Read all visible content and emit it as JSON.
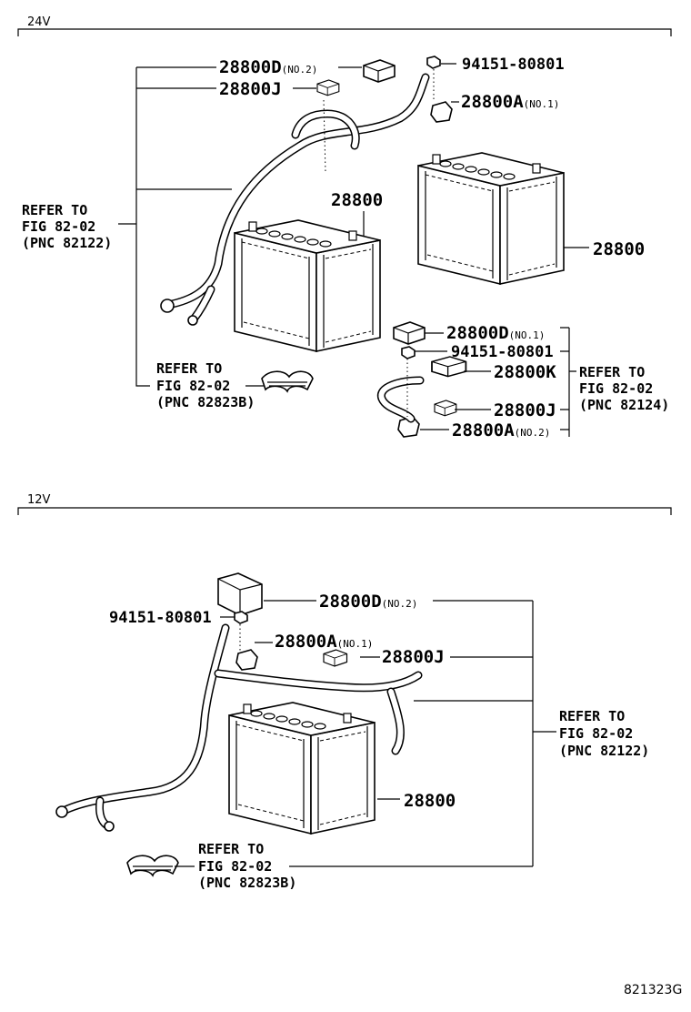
{
  "sections": {
    "top": "24V",
    "bottom": "12V"
  },
  "labels_24v": {
    "d_no2": "28800D",
    "d_no2_sub": "(NO.2)",
    "j_top": "28800J",
    "nut_top": "94151-80801",
    "a_no1": "28800A",
    "a_no1_sub": "(NO.1)",
    "battery_left": "28800",
    "battery_right": "28800",
    "d_no1": "28800D",
    "d_no1_sub": "(NO.1)",
    "nut_right": "94151-80801",
    "k": "28800K",
    "j_right": "28800J",
    "a_no2": "28800A",
    "a_no2_sub": "(NO.2)"
  },
  "refs_24v": {
    "left": {
      "l1": "REFER TO",
      "l2": "FIG 82-02",
      "l3": "(PNC 82122)"
    },
    "clip": {
      "l1": "REFER TO",
      "l2": "FIG 82-02",
      "l3": "(PNC 82823B)"
    },
    "right": {
      "l1": "REFER TO",
      "l2": "FIG 82-02",
      "l3": "(PNC 82124)"
    }
  },
  "labels_12v": {
    "d_no2": "28800D",
    "d_no2_sub": "(NO.2)",
    "nut": "94151-80801",
    "a_no1": "28800A",
    "a_no1_sub": "(NO.1)",
    "j": "28800J",
    "battery": "28800"
  },
  "refs_12v": {
    "right": {
      "l1": "REFER TO",
      "l2": "FIG 82-02",
      "l3": "(PNC 82122)"
    },
    "clip": {
      "l1": "REFER TO",
      "l2": "FIG 82-02",
      "l3": "(PNC 82823B)"
    }
  },
  "diagram_code": "821323G"
}
